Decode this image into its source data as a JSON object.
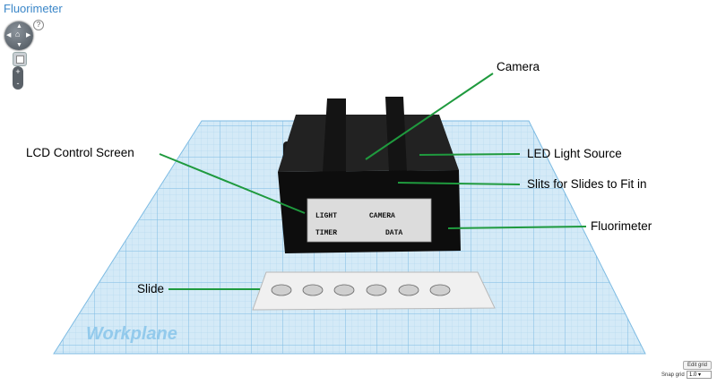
{
  "app": {
    "title": "Fluorimeter"
  },
  "nav": {
    "help": "?",
    "zoom_in": "+",
    "zoom_out": "-"
  },
  "workplane": {
    "label": "Workplane"
  },
  "screen": {
    "light": "LIGHT",
    "camera": "CAMERA",
    "timer": "TIMER",
    "data": "DATA"
  },
  "callouts": {
    "camera": "Camera",
    "lcd": "LCD Control Screen",
    "led": "LED Light Source",
    "slits": "Slits for Slides to Fit in",
    "fluorimeter": "Fluorimeter",
    "slide": "Slide"
  },
  "grid_controls": {
    "edit_grid": "Edit grid",
    "snap_label": "Snap grid",
    "snap_value": "1.0"
  },
  "colors": {
    "grid_bg": "#d4eaf7",
    "grid_line": "#8fc5e8",
    "callout": "#1f9a3e",
    "body": "#0d0d0d"
  }
}
